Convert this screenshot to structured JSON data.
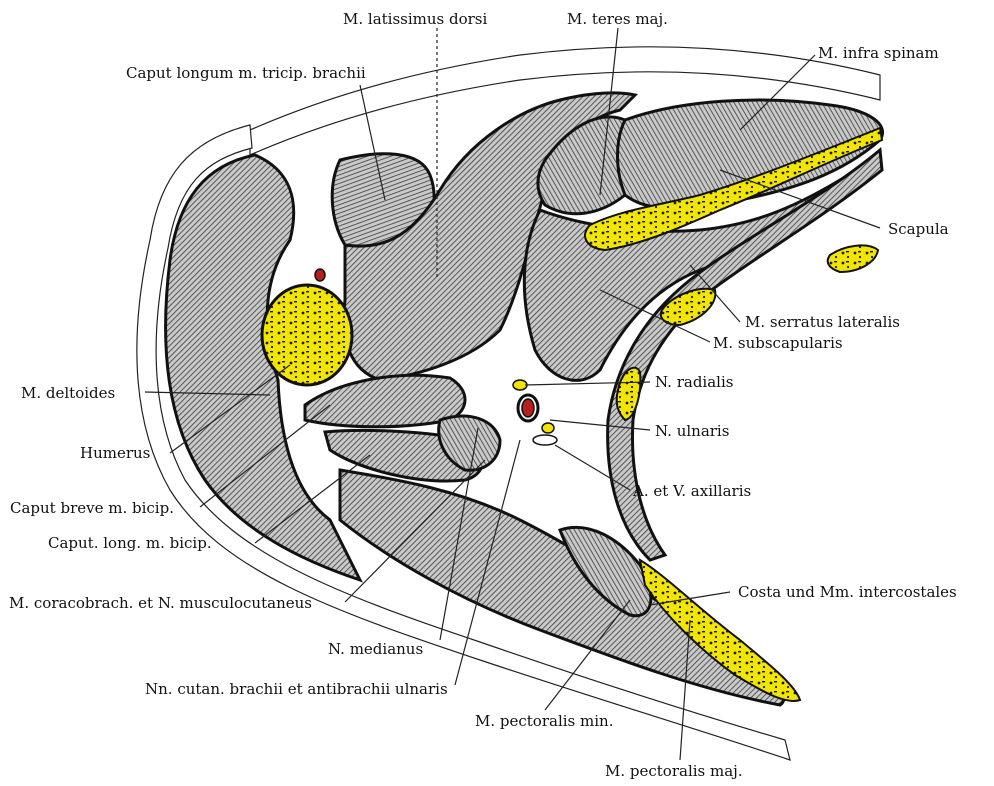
{
  "colors": {
    "background": "#ffffff",
    "muscle_fill": "#9a9a9a",
    "outline": "#111111",
    "bone_fill": "#f2e600",
    "bone_speckle": "#1a1a1a",
    "artery": "#b3201d"
  },
  "labels": {
    "latissimus": "M. latissimus dorsi",
    "teres": "M. teres maj.",
    "infraspinam": "M. infra spinam",
    "caput_longum_triceps": "Caput longum m. tricip. brachii",
    "scapula": "Scapula",
    "serratus": "M. serratus  lateralis",
    "subscapularis": "M. subscapularis",
    "radialis": "N. radialis",
    "deltoides": "M. deltoides",
    "ulnaris": "N. ulnaris",
    "humerus": "Humerus",
    "axillaris": "A. et V. axillaris",
    "caput_breve": "Caput breve m. bicip.",
    "caput_long_bicip": "Caput. long. m. bicip.",
    "costa": "Costa und Mm. intercostales",
    "coracobrach": "M. coracobrach. et N. musculocutaneus",
    "medianus": "N. medianus",
    "cutan": "Nn. cutan. brachii et antibrachii ulnaris",
    "pect_min": "M. pectoralis min.",
    "pect_maj": "M. pectoralis maj."
  }
}
